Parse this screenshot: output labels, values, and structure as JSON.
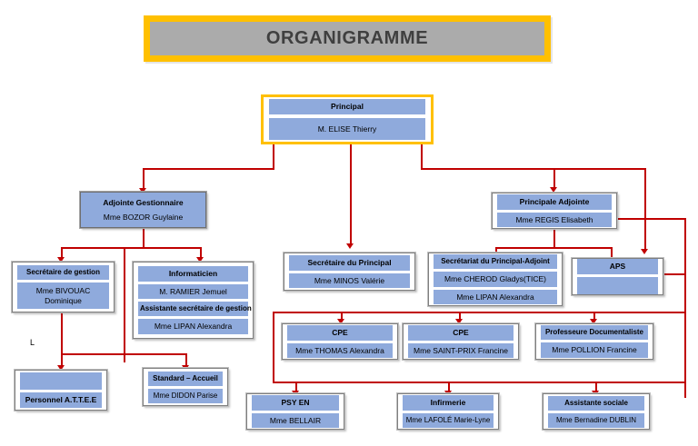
{
  "title": {
    "text": "ORGANIGRAMME"
  },
  "colors": {
    "banner_frame": "#FFC000",
    "banner_fill": "#ABABAB",
    "node_fill": "#8FAADC",
    "connector": "#C00000",
    "box_border": "#7F7F7F"
  },
  "stray_label": "L",
  "nodes": {
    "principal": {
      "title": "Principal",
      "name": "M. ELISE Thierry"
    },
    "adjointe_gestionnaire": {
      "title": "Adjointe Gestionnaire",
      "name": "Mme BOZOR Guylaine"
    },
    "principale_adjointe": {
      "title": "Principale Adjointe",
      "name": "Mme REGIS Elisabeth"
    },
    "secretaire_gestion": {
      "title": "Secrétaire de gestion",
      "name": "Mme BIVOUAC",
      "name2": "Dominique"
    },
    "informaticien": {
      "title": "Informaticien",
      "name": "M. RAMIER Jemuel",
      "title2": "Assistante secrétaire de gestion",
      "name2": "Mme LIPAN Alexandra"
    },
    "secretaire_principal": {
      "title": "Secrétaire du Principal",
      "name": "Mme MINOS Valérie"
    },
    "secretariat_adjoint": {
      "title": "Secrétariat du Principal-Adjoint",
      "name": "Mme CHEROD Gladys(TICE)",
      "name2": "Mme LIPAN Alexandra"
    },
    "aps": {
      "title": "APS",
      "name": ""
    },
    "cpe1": {
      "title": "CPE",
      "name": "Mme THOMAS Alexandra"
    },
    "cpe2": {
      "title": "CPE",
      "name": "Mme SAINT-PRIX Francine"
    },
    "prof_doc": {
      "title": "Professeure Documentaliste",
      "name": "Mme POLLION Francine"
    },
    "personnel_attee": {
      "title": "",
      "name": "Personnel A.T.T.E.E"
    },
    "standard_accueil": {
      "title": "Standard – Accueil",
      "name": "Mme DIDON Parise"
    },
    "psy_en": {
      "title": "PSY EN",
      "name": "Mme BELLAIR"
    },
    "infirmerie": {
      "title": "Infirmerie",
      "name": "Mme LAFOLÉ Marie-Lyne"
    },
    "assistante_sociale": {
      "title": "Assistante sociale",
      "name": "Mme Bernadine DUBLIN"
    }
  }
}
